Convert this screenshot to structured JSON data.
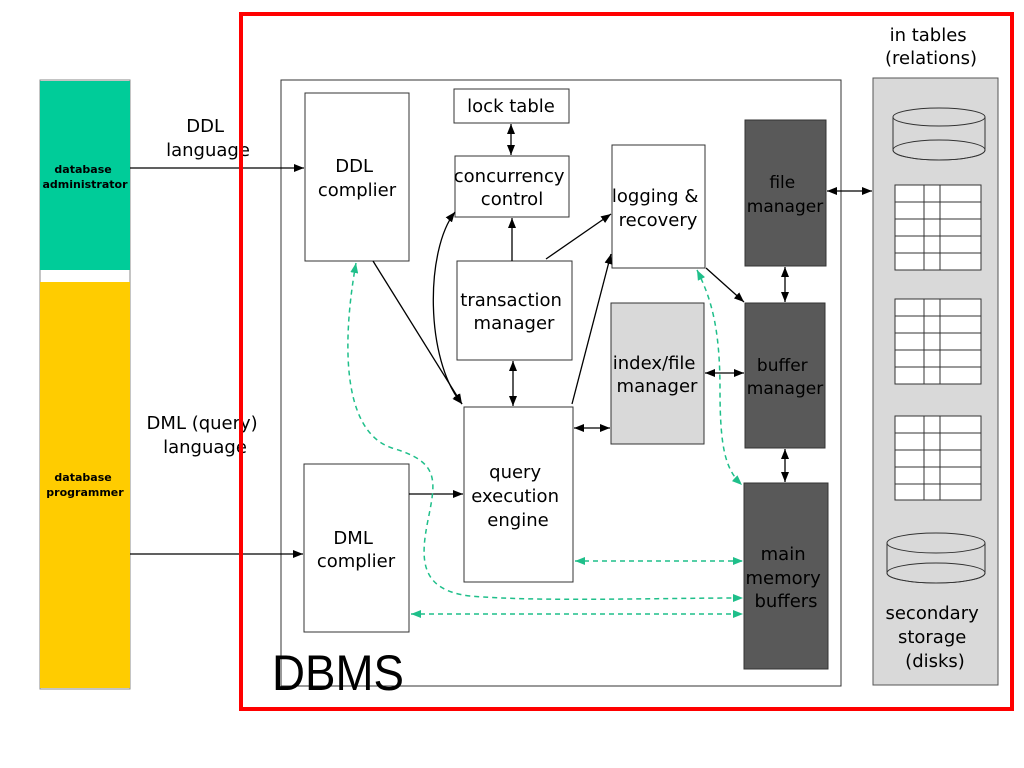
{
  "actors": {
    "administrator": [
      "database",
      "administrator"
    ],
    "programmer": [
      "database",
      "programmer"
    ]
  },
  "languages": {
    "ddl": [
      "DDL",
      "language"
    ],
    "dml": [
      "DML (query)",
      "language"
    ]
  },
  "components": {
    "ddl_compiler": [
      "DDL",
      "complier"
    ],
    "lock_table": "lock table",
    "concurrency_control": [
      "concurrency",
      "control"
    ],
    "logging_recovery": [
      "logging &",
      "recovery"
    ],
    "file_manager": [
      "file",
      "manager"
    ],
    "transaction_manager": [
      "transaction",
      "manager"
    ],
    "index_file_manager": [
      "index/file",
      "manager"
    ],
    "buffer_manager": [
      "buffer",
      "manager"
    ],
    "query_engine": [
      "query",
      "execution",
      "engine"
    ],
    "dml_compiler": [
      "DML",
      "complier"
    ],
    "main_memory_buffers": [
      "main",
      "memory",
      "buffers"
    ]
  },
  "system_label": "DBMS",
  "storage": {
    "relations_caption": [
      "in tables",
      "(relations)"
    ],
    "caption": [
      "secondary",
      "storage",
      "(disks)"
    ]
  },
  "colors": {
    "administrator": "#00cc99",
    "programmer": "#ffcc00",
    "dbms_boundary": "#ff0000",
    "dark_component": "#595959",
    "light_component": "#d9d9d9",
    "storage_panel": "#d9d9d9",
    "data_flow": "#1fbf8a"
  }
}
